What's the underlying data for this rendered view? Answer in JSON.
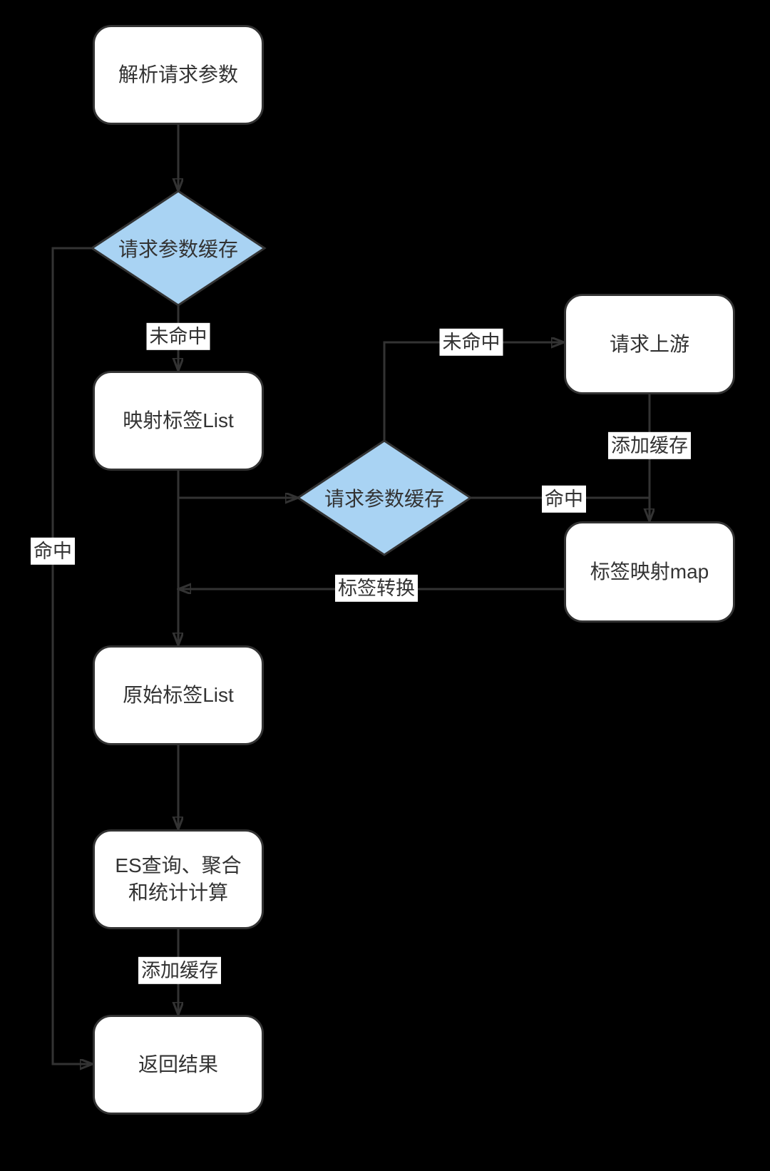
{
  "flowchart": {
    "colors": {
      "background": "#000000",
      "process_fill": "#ffffff",
      "decision_fill": "#a9d3f3",
      "stroke": "#333333",
      "text": "#333333",
      "edge_label_bg": "#ffffff"
    },
    "nodes": {
      "parse_params": {
        "label": "解析请求参数",
        "type": "process"
      },
      "cache_check_top": {
        "label": "请求参数缓存",
        "type": "decision"
      },
      "mapped_tag_list": {
        "label": "映射标签List",
        "type": "process"
      },
      "request_upstream": {
        "label": "请求上游",
        "type": "process"
      },
      "cache_check_mid": {
        "label": "请求参数缓存",
        "type": "decision"
      },
      "tag_mapping_map": {
        "label": "标签映射map",
        "type": "process"
      },
      "original_tag_list": {
        "label": "原始标签List",
        "type": "process"
      },
      "es_query": {
        "label": "ES查询、聚合\n和统计计算",
        "type": "process"
      },
      "return_result": {
        "label": "返回结果",
        "type": "process"
      }
    },
    "edge_labels": {
      "miss_top": "未命中",
      "hit_left": "命中",
      "miss_mid": "未命中",
      "add_cache_right": "添加缓存",
      "hit_mid": "命中",
      "tag_convert": "标签转换",
      "add_cache_bottom": "添加缓存"
    }
  }
}
